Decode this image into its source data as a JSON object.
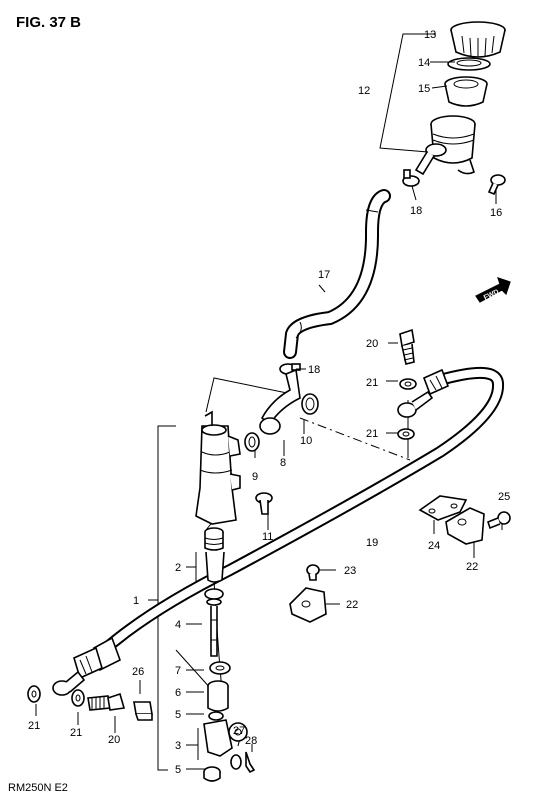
{
  "figure": {
    "title": "FIG. 37 B",
    "model_code": "RM250N  E2",
    "front_marker": "FWD"
  },
  "callouts": [
    "1",
    "2",
    "3",
    "4",
    "5",
    "5",
    "6",
    "7",
    "8",
    "9",
    "10",
    "11",
    "12",
    "13",
    "14",
    "15",
    "16",
    "17",
    "18",
    "18",
    "19",
    "20",
    "20",
    "21",
    "21",
    "21",
    "21",
    "22",
    "22",
    "23",
    "24",
    "25",
    "26",
    "27",
    "28"
  ]
}
